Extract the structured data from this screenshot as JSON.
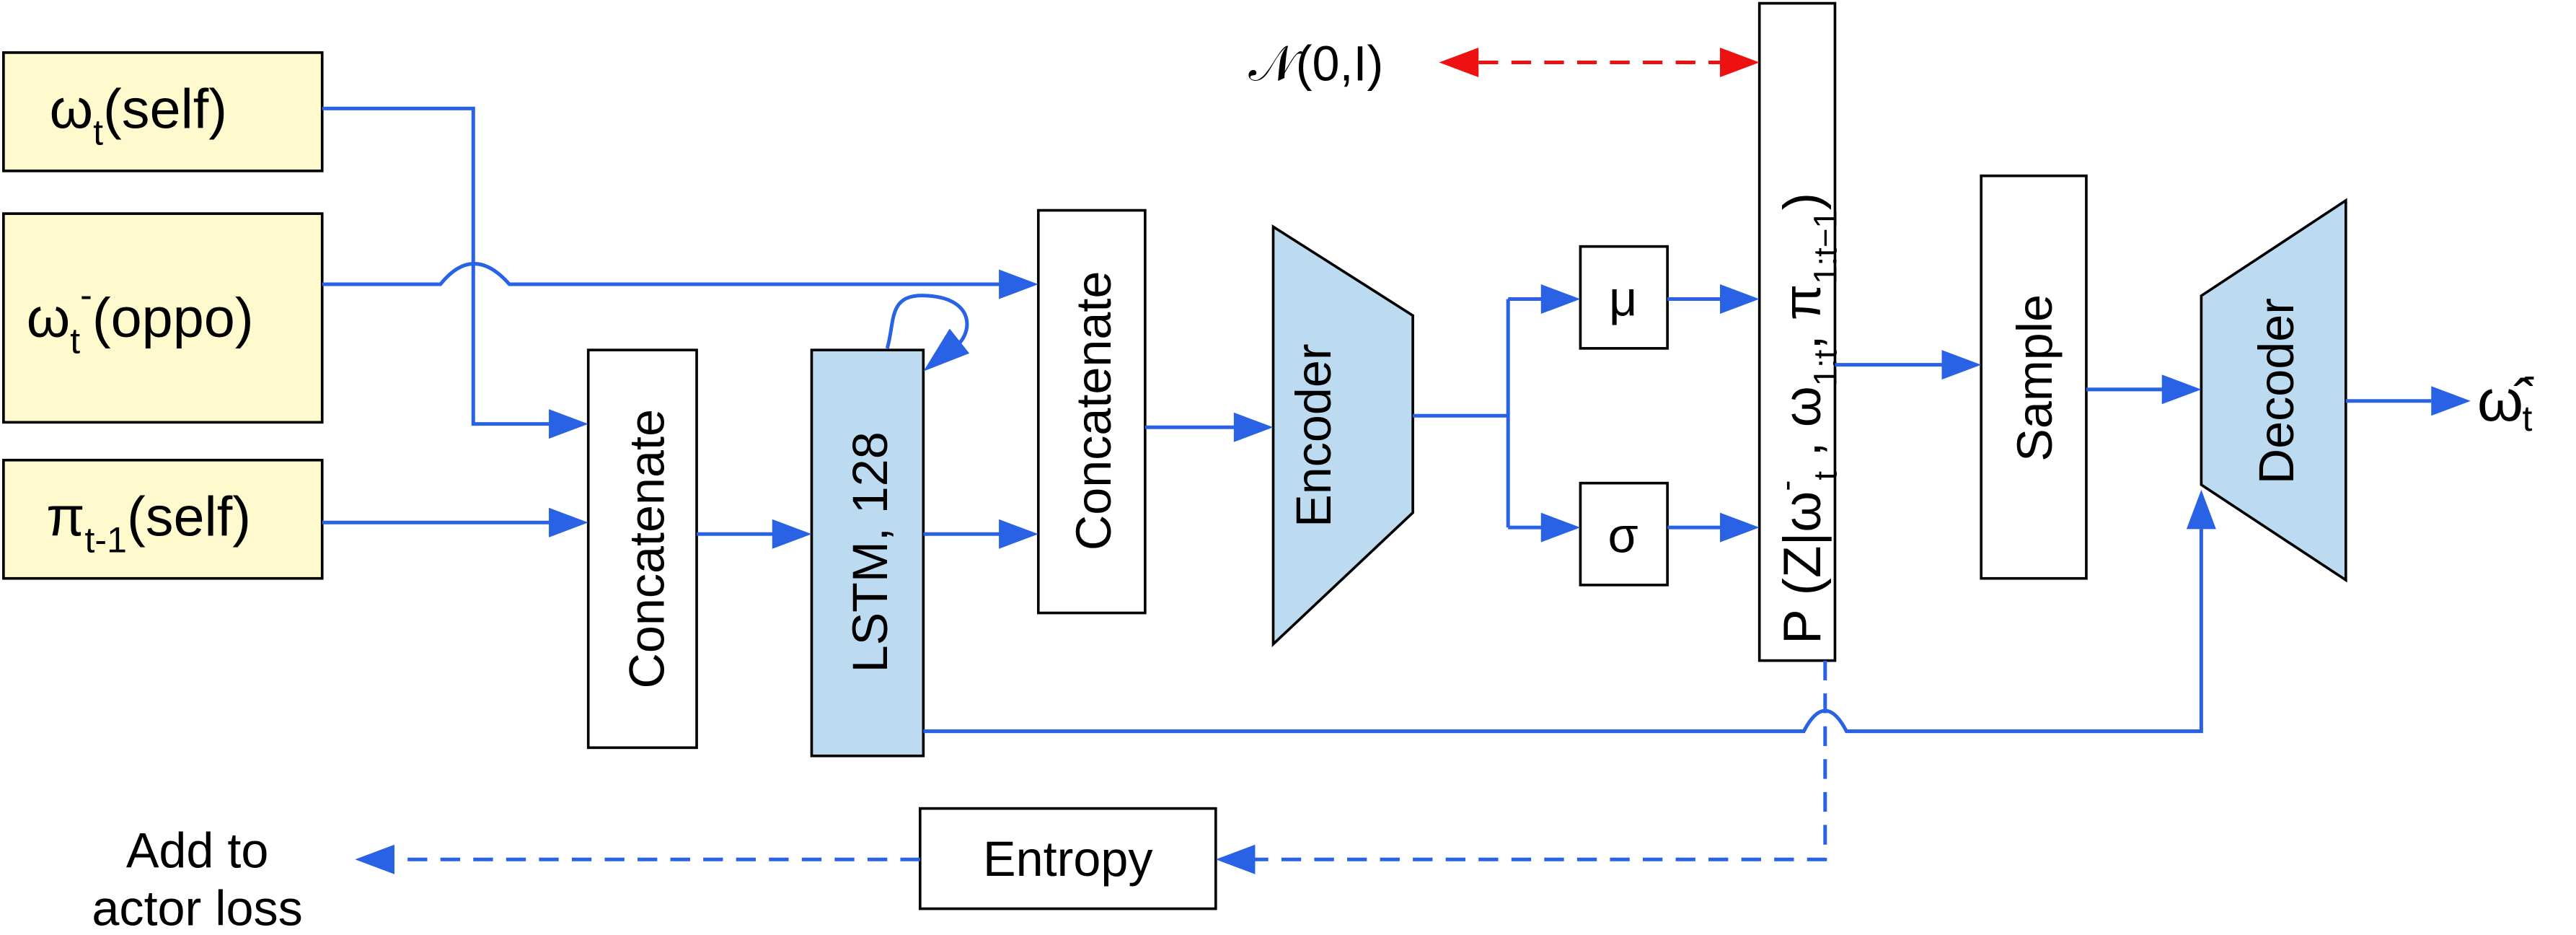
{
  "colors": {
    "input_fill": "#fffacd",
    "layer_fill": "#bcdaf0",
    "arrow": "#2a62e6",
    "prior_arrow": "#ee1111"
  },
  "inputs": [
    {
      "symbol": "ω",
      "sub": "t",
      "sup": "",
      "tag": "(self)"
    },
    {
      "symbol": "ω",
      "sub": "t",
      "sup": "-",
      "tag": "(oppo)"
    },
    {
      "symbol": "π",
      "sub": "t-1",
      "sup": "",
      "tag": "(self)"
    }
  ],
  "blocks": {
    "concat1": "Concatenate",
    "lstm": "LSTM, 128",
    "concat2": "Concatenate",
    "encoder": "Encoder",
    "mu": "μ",
    "sigma": "σ",
    "posterior": {
      "p": "P (Z|ω",
      "sup": "-",
      "sub1": "t",
      "mid": " , ω",
      "sub2": "1:t",
      "mid2": ", π",
      "sub3": "1:t−1",
      "end": ")"
    },
    "sample": "Sample",
    "decoder": "Decoder",
    "entropy": "Entropy"
  },
  "prior": "𝒩(0,I)",
  "output": {
    "symbol": "ω̂",
    "sup": "-",
    "sub": "t"
  },
  "loss_label": [
    "Add to",
    "actor loss"
  ]
}
